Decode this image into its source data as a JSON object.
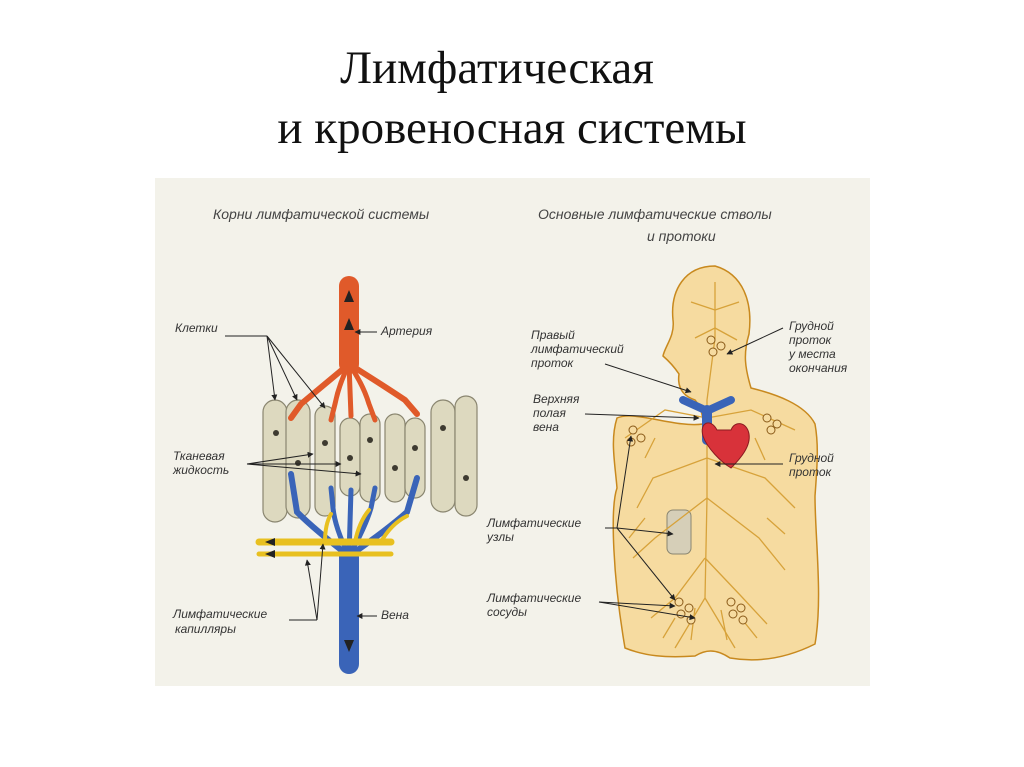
{
  "slide": {
    "title_line1": "Лимфатическая",
    "title_line2": "и кровеносная системы"
  },
  "left_panel": {
    "heading": "Корни лимфатической системы",
    "labels": {
      "cells": "Клетки",
      "artery": "Артерия",
      "tissue_fluid_1": "Тканевая",
      "tissue_fluid_2": "жидкость",
      "capillaries_1": "Лимфатические",
      "capillaries_2": "капилляры",
      "vein": "Вена"
    }
  },
  "right_panel": {
    "heading_line1": "Основные лимфатические стволы",
    "heading_line2": "и протоки",
    "labels": {
      "right_duct_1": "Правый",
      "right_duct_2": "лимфатический",
      "right_duct_3": "проток",
      "svc_1": "Верхняя",
      "svc_2": "полая",
      "svc_3": "вена",
      "nodes_1": "Лимфатические",
      "nodes_2": "узлы",
      "vessels_1": "Лимфатические",
      "vessels_2": "сосуды",
      "thoracic_end_1": "Грудной",
      "thoracic_end_2": "проток",
      "thoracic_end_3": "у места",
      "thoracic_end_4": "окончания",
      "thoracic_1": "Грудной",
      "thoracic_2": "проток"
    }
  },
  "colors": {
    "artery": "#e05a2a",
    "vein": "#3a64b8",
    "lymph": "#e8c020",
    "cell_fill": "#ddd9bf",
    "body_fill": "#f6dba0",
    "body_outline": "#c8891e",
    "heart": "#d8323a",
    "background": "#f3f2ea"
  }
}
